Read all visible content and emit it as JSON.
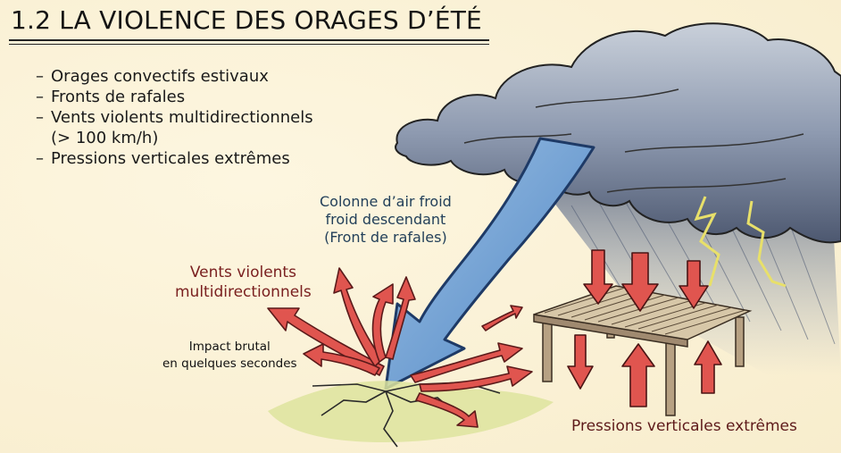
{
  "title": "1.2 LA VIOLENCE DES ORAGES D’ÉTÉ",
  "bullets": [
    {
      "dash": "–",
      "text": "Orages convectifs estivaux"
    },
    {
      "dash": "–",
      "text": "Fronts de rafales"
    },
    {
      "dash": "–",
      "text": "Vents violents multidirectionnels",
      "continuation": "(> 100 km/h)"
    },
    {
      "dash": "–",
      "text": "Pressions verticales extrêmes"
    }
  ],
  "labels": {
    "cold_air_column": {
      "line1": "Colonne d’air froid",
      "line2": "froid descendant",
      "line3": "(Front de rafales)"
    },
    "violent_winds": {
      "line1": "Vents violents",
      "line2": "multidirectionnels"
    },
    "impact": {
      "line1": "Impact brutal",
      "line2": "en quelques secondes"
    },
    "vertical_pressure": "Pressions verticales extrêmes"
  },
  "illustration": {
    "elements": [
      "storm-cloud",
      "lightning",
      "rain",
      "downdraft-arrow",
      "outflow-wind-arrows",
      "cracked-ground",
      "pergola-structure",
      "pressure-arrows"
    ]
  },
  "colors": {
    "background": "#fbf3d9",
    "cold_air_arrow": "#6c9ed0",
    "wind_arrows": "#e0554f",
    "cloud": "#7d8aa0",
    "lightning": "#f2ee7a",
    "ground": "#d9e29a",
    "wood": "#a08a70",
    "label_blue": "#23405a",
    "label_red": "#7a2020"
  }
}
